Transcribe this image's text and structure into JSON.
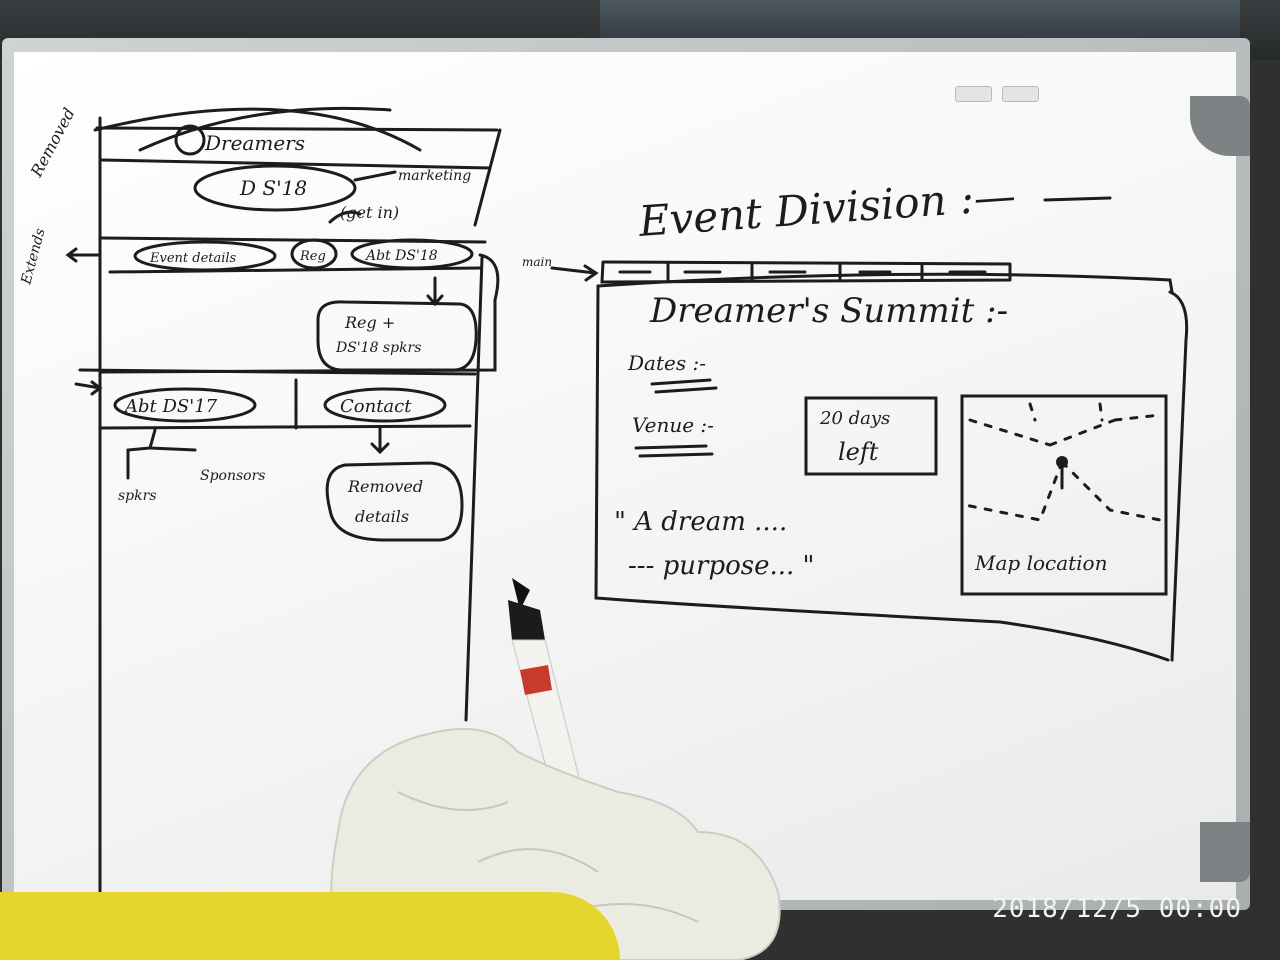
{
  "left_sketch": {
    "removed_label": "Removed",
    "top_struck": "Dreamers",
    "logo_oval": "D S'18",
    "marketing": "marketing",
    "getin": "(get in)",
    "extends_label": "Extends",
    "nav": [
      "Event details",
      "Reg",
      "Abt DS'18"
    ],
    "reg_box": [
      "Reg +",
      "DS'18 spkrs"
    ],
    "bottom_nav": [
      "Abt DS'17",
      "Contact"
    ],
    "spkrs": "spkrs",
    "sponsors": "Sponsors",
    "removed_details": [
      "Removed",
      "details"
    ]
  },
  "right_sketch": {
    "heading": "Event Division :—",
    "arrow_label": "main",
    "page_title": "Dreamer's Summit :-",
    "dates_label": "Dates :-",
    "venue_label": "Venue :-",
    "countdown": [
      "20 days",
      "left"
    ],
    "quote": [
      "\" A dream ....",
      "--- purpose... \""
    ],
    "map_label": "Map location"
  },
  "timestamp": "2018/12/5  00:00",
  "colors": {
    "ink": "#1c1c1c",
    "board": "#f7f8f7",
    "frame": "#b9bdbc",
    "cloth": "#ecebe2",
    "yellow": "#e6d52d"
  }
}
